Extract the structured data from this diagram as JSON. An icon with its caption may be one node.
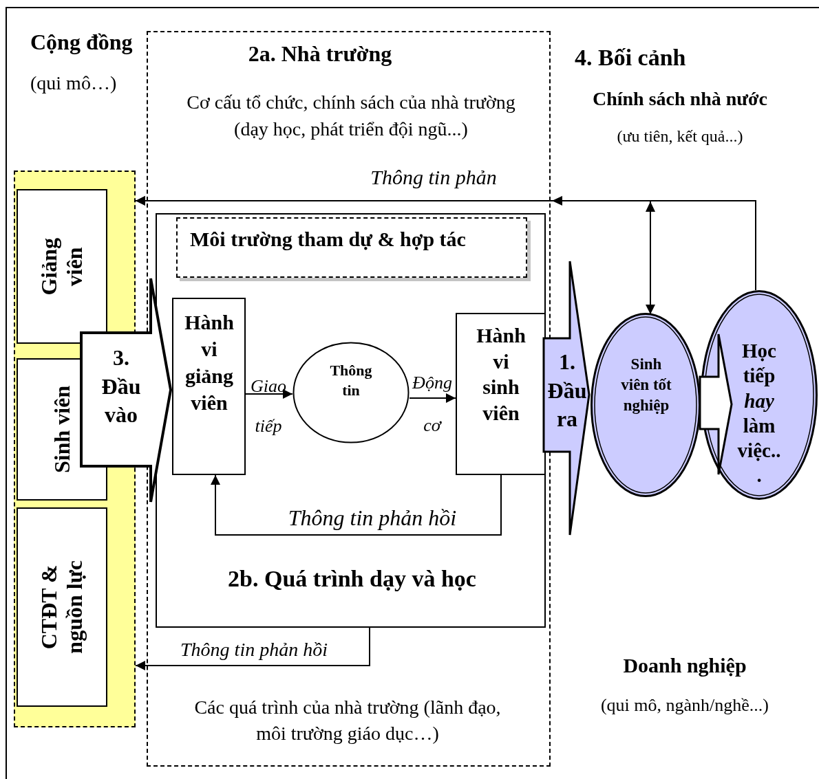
{
  "diagram": {
    "nodes": [
      {
        "text": [
          "2a. Nhà trường",
          "Cơ cấu tổ chức, chính sách của nhà trường (dạy học, phát triển đội ngũ...)",
          "Các quá trình của nhà trường (lãnh đạo, môi trường giáo dục…)"
        ]
      },
      {
        "text": [
          "2b. Quá trình dạy và học"
        ],
        "in": 0
      },
      {
        "text": [
          "Môi trường tham dự & hợp tác"
        ],
        "in": 1
      },
      {
        "text": [
          "Hành vi giảng viên"
        ],
        "in": 1
      },
      {
        "text": [
          "Thông tin"
        ],
        "in": 1
      },
      {
        "text": [
          "Hành vi sinh viên"
        ],
        "in": 1
      },
      {
        "text": [],
        "shape": "box"
      },
      {
        "text": [
          "Giảng viên"
        ],
        "in": 6
      },
      {
        "text": [
          "Sinh viên"
        ],
        "in": 6
      },
      {
        "text": [
          "CTĐT & nguồn lực"
        ],
        "in": 6
      },
      {
        "text": [
          "Sinh viên tốt nghiệp"
        ]
      },
      {
        "text": [
          "Học tiếp *hay* làm việc.. ."
        ]
      }
    ],
    "edges": [
      {
        "from": 6,
        "to": 1,
        "label": "3. Đầu vào",
        "arrow": "to"
      },
      {
        "from": 3,
        "to": 4,
        "label": "Giao tiếp",
        "arrow": "to"
      },
      {
        "from": 4,
        "to": 5,
        "label": "Động cơ",
        "arrow": "to"
      },
      {
        "from": 5,
        "to": 3,
        "label": "Thông tin phản hồi",
        "arrow": "to"
      },
      {
        "from": 1,
        "to": 6,
        "label": "Thông tin phản hồi",
        "arrow": "to"
      },
      {
        "from": 11,
        "to": 6,
        "label": "Thông tin phản",
        "arrow": "to"
      },
      {
        "from": 10,
        "to": 6,
        "arrow": "both"
      },
      {
        "from": 1,
        "to": 10,
        "label": "1. Đầu ra",
        "arrow": "to"
      },
      {
        "from": 10,
        "to": 11,
        "arrow": "to"
      }
    ],
    "labels": [
      "Cộng đồng",
      "(qui mô…)",
      "4. Bối cảnh",
      "Chính sách nhà nước",
      "(ưu tiên, kết quả...)",
      "Doanh nghiệp",
      "(qui mô, ngành/nghề...)"
    ]
  }
}
